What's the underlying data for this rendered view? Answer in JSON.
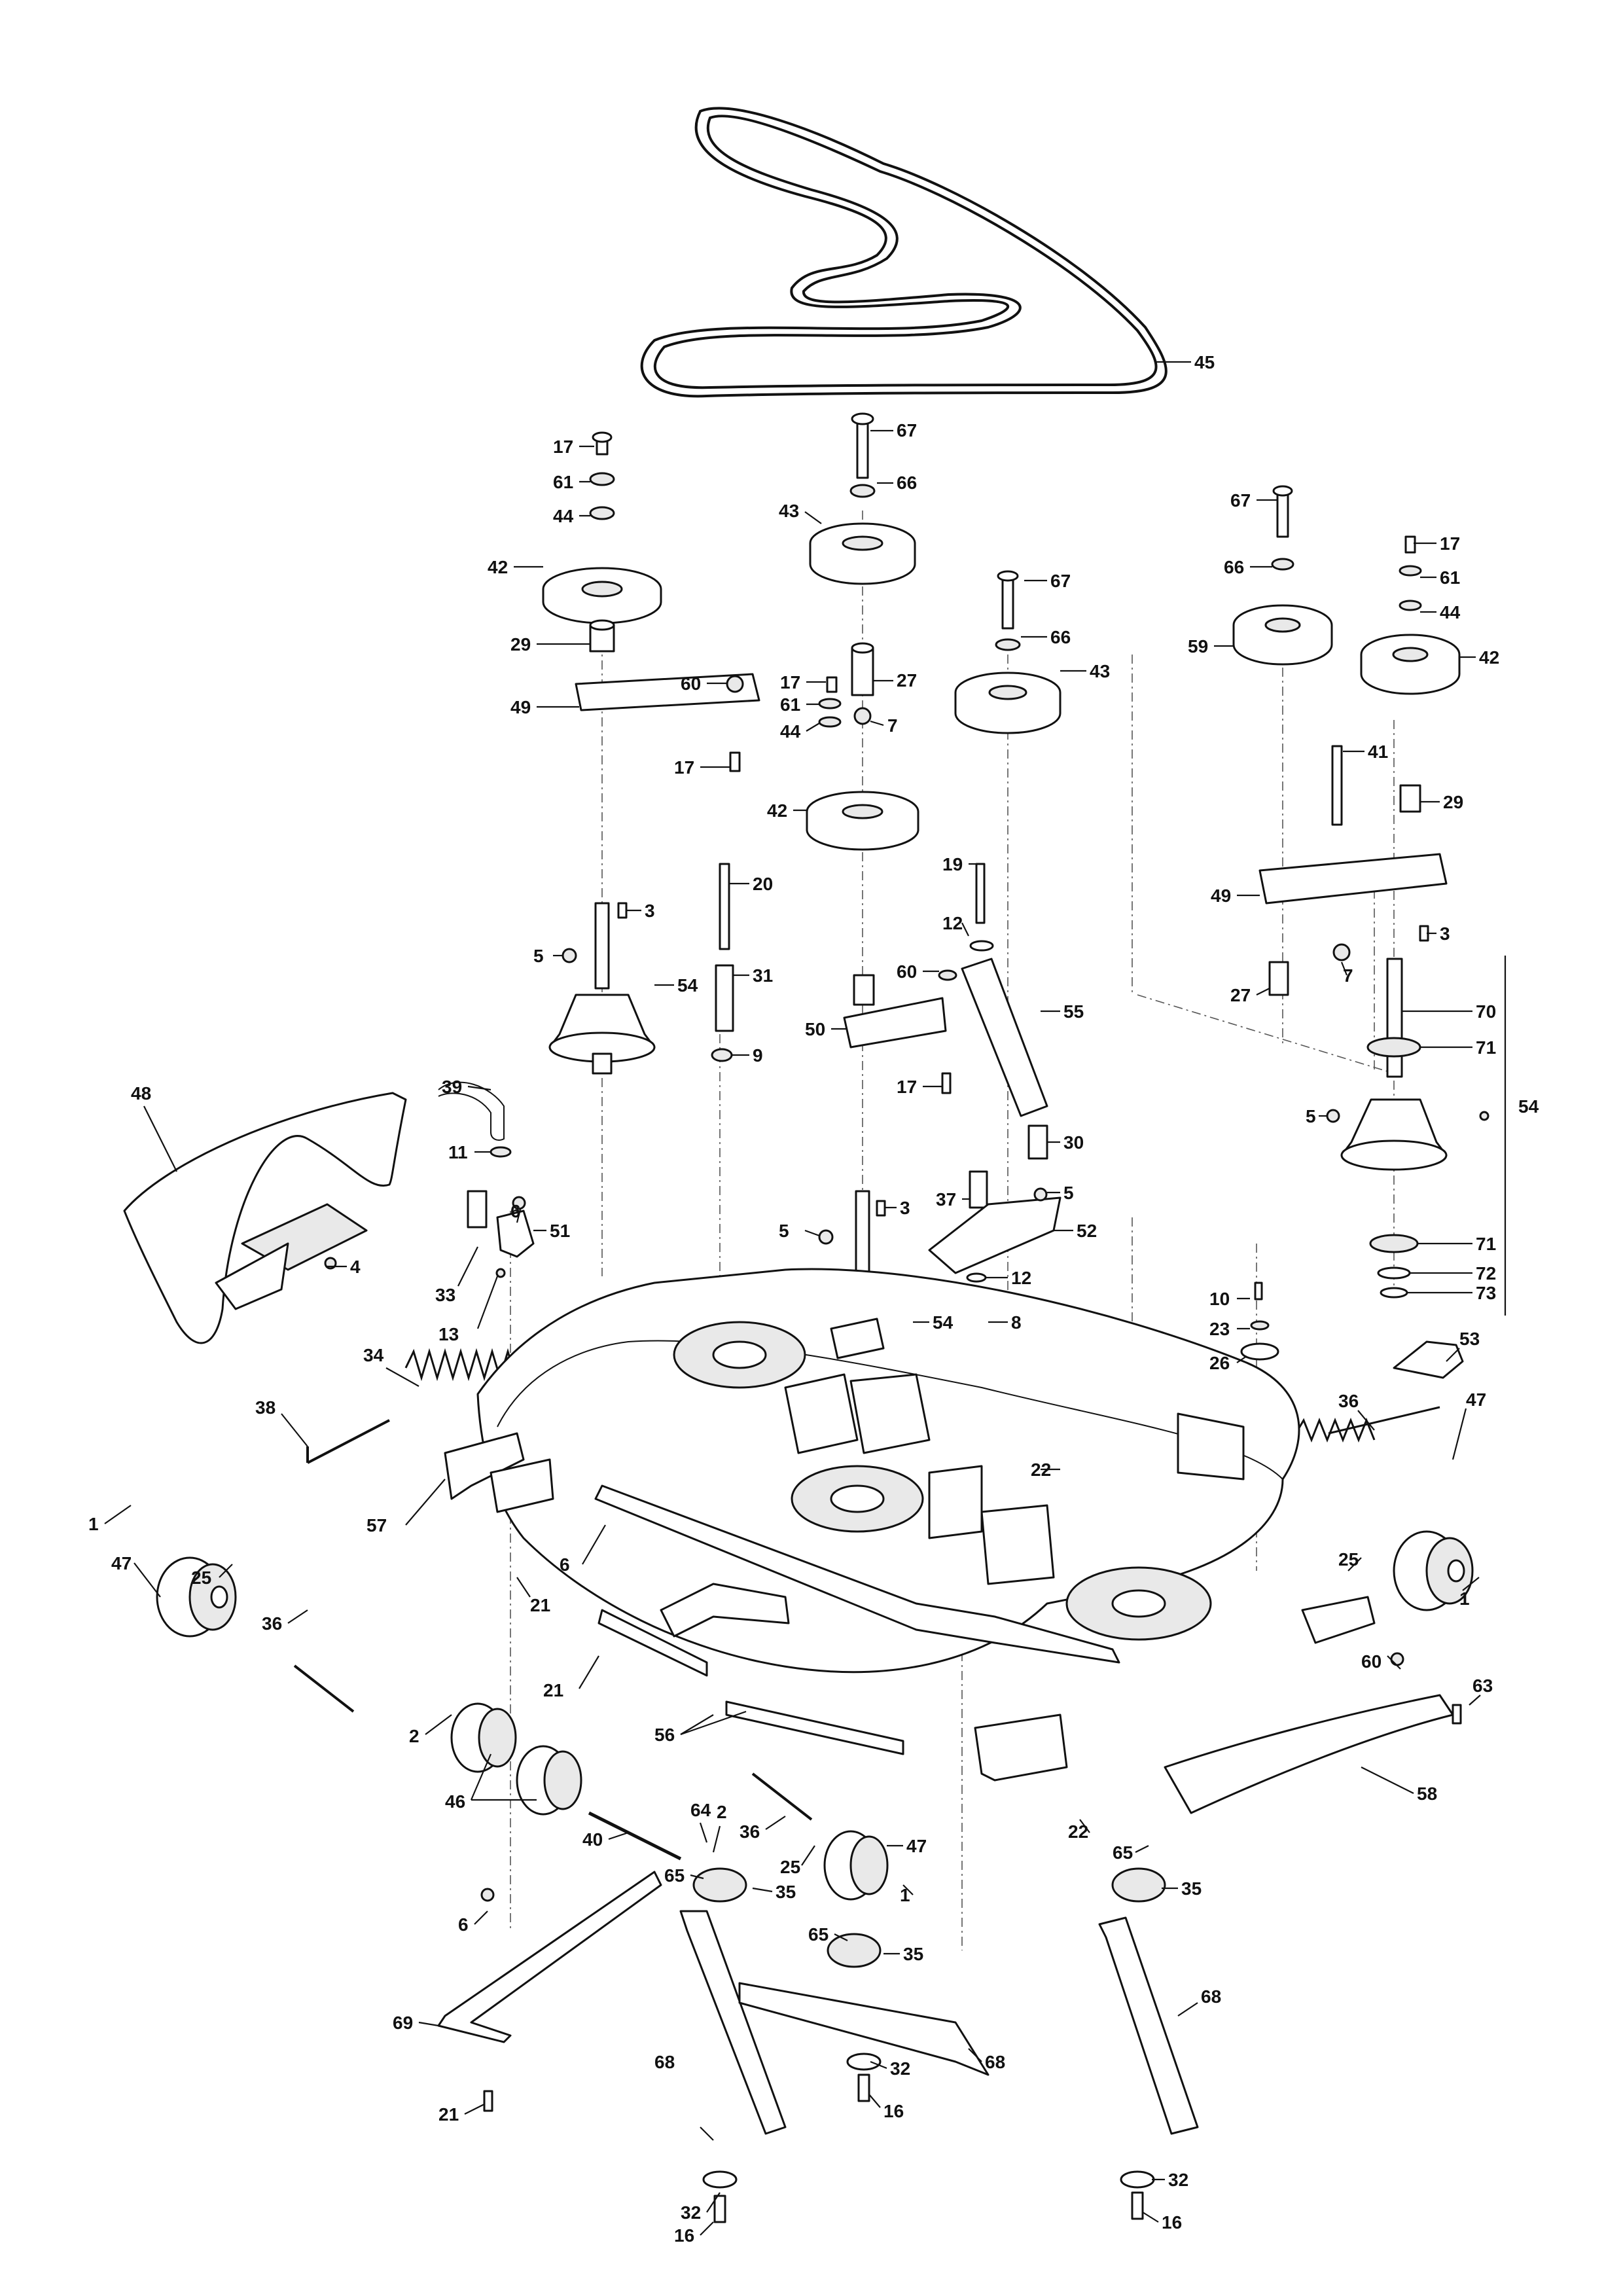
{
  "callouts": {
    "c45": "45",
    "c67a": "67",
    "c66a": "66",
    "c43a": "43",
    "c27a": "27",
    "c17c": "17",
    "c61b": "61",
    "c44b": "44",
    "c7a": "7",
    "c42b": "42",
    "c17a": "17",
    "c61a": "61",
    "c44a": "44",
    "c42a": "42",
    "c29a": "29",
    "c60a": "60",
    "c49a": "49",
    "c17b": "17",
    "c67b": "67",
    "c66b": "66",
    "c43b": "43",
    "c67c": "67",
    "c66c": "66",
    "c59": "59",
    "c17d": "17",
    "c61c": "61",
    "c44c": "44",
    "c42c": "42",
    "c41": "41",
    "c29b": "29",
    "c49b": "49",
    "c3c": "3",
    "c27b": "27",
    "c7b": "7",
    "c70": "70",
    "c71a": "71",
    "c5c": "5",
    "c54c": "54",
    "c71b": "71",
    "c72": "72",
    "c73": "73",
    "c3a": "3",
    "c5a": "5",
    "c54a": "54",
    "c20": "20",
    "c31": "31",
    "c9": "9",
    "c19": "19",
    "c12a": "12",
    "c60b": "60",
    "c55": "55",
    "c50": "50",
    "c17e": "17",
    "c30": "30",
    "c3b": "3",
    "c5b": "5",
    "c54b": "54",
    "c37": "37",
    "c5d": "5",
    "c52": "52",
    "c12b": "12",
    "c8": "8",
    "c48": "48",
    "c4": "4",
    "c39": "39",
    "c11": "11",
    "c6a": "6",
    "c51": "51",
    "c33": "33",
    "c13": "13",
    "c34": "34",
    "c38": "38",
    "c57": "57",
    "c1a": "1",
    "c47a": "47",
    "c25a": "25",
    "c36a": "36",
    "c6b": "6",
    "c21a": "21",
    "c21b": "21",
    "c10": "10",
    "c23": "23",
    "c26": "26",
    "c53": "53",
    "c22a": "22",
    "c36b": "36",
    "c47b": "47",
    "c25b": "25",
    "c1b": "1",
    "c60c": "60",
    "c63": "63",
    "c58": "58",
    "c2a": "2",
    "c46": "46",
    "c56": "56",
    "c40": "40",
    "c64": "64",
    "c2b": "2",
    "c36c": "36",
    "c25c": "25",
    "c47c": "47",
    "c1c": "1",
    "c65a": "65",
    "c35a": "35",
    "c65b": "65",
    "c35b": "35",
    "c22b": "22",
    "c65c": "65",
    "c35c": "35",
    "c6c": "6",
    "c69": "69",
    "c21c": "21",
    "c68a": "68",
    "c32a": "32",
    "c16a": "16",
    "c32b": "32",
    "c16b": "16",
    "c68b": "68",
    "c68c": "68",
    "c32c": "32",
    "c16c": "16"
  }
}
